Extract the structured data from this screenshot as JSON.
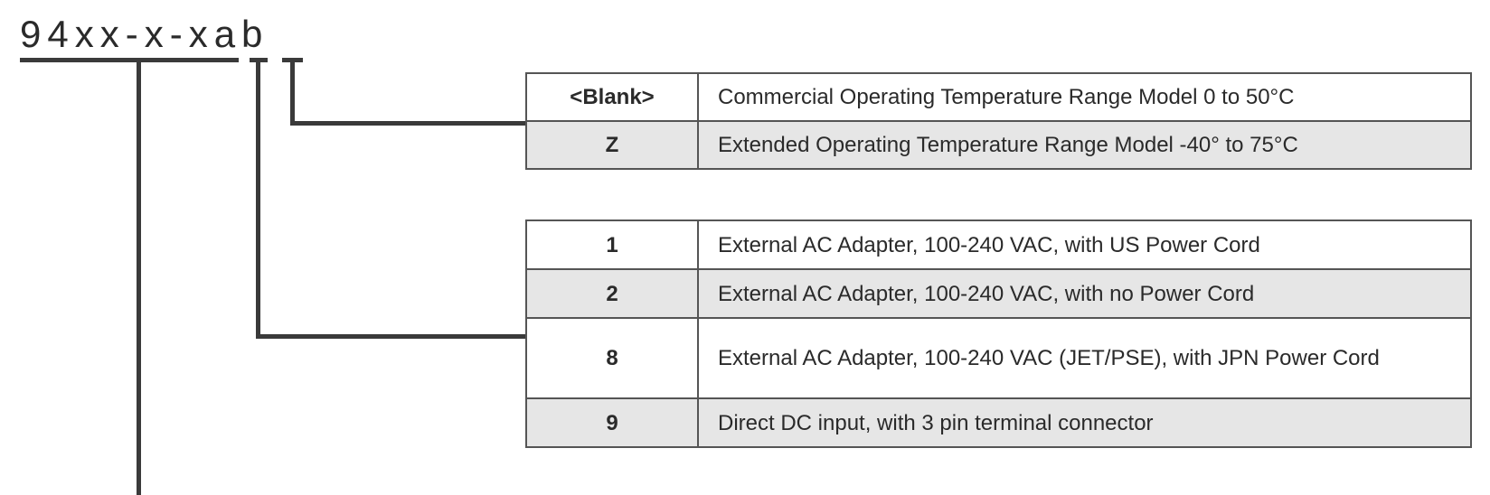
{
  "part_number": "94xx-x-xab",
  "temperature_options": [
    {
      "code": "<Blank>",
      "description": "Commercial Operating Temperature Range Model 0 to 50°C"
    },
    {
      "code": "Z",
      "description": "Extended Operating Temperature Range Model -40° to 75°C"
    }
  ],
  "power_options": [
    {
      "code": "1",
      "description": "External AC Adapter, 100-240 VAC, with US Power Cord"
    },
    {
      "code": "2",
      "description": "External AC Adapter, 100-240 VAC, with no Power Cord"
    },
    {
      "code": "8",
      "description": "External AC Adapter, 100-240 VAC (JET/PSE), with JPN Power Cord"
    },
    {
      "code": "9",
      "description": "Direct DC input, with 3 pin terminal connector"
    }
  ]
}
